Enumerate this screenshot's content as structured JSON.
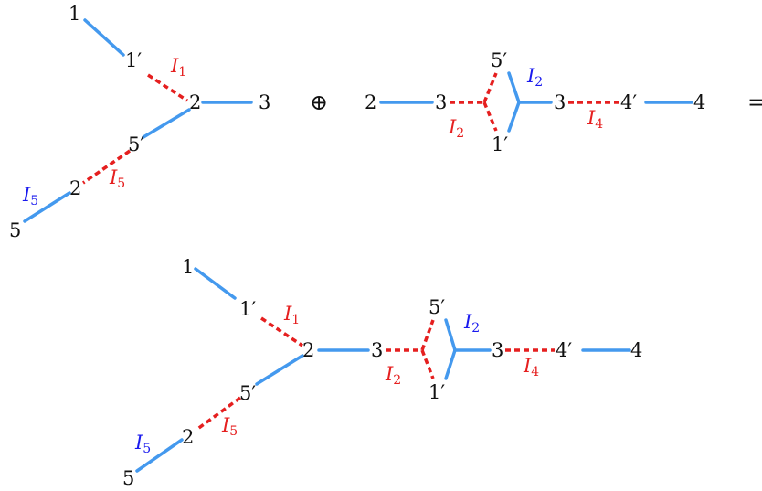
{
  "colors": {
    "solid": "#4499ee",
    "dashed": "#e51f1f",
    "blue_label": "#1a1aee",
    "red_label": "#e51f1f",
    "text": "#111111"
  },
  "operators": {
    "oplus": "⊕",
    "equals": "="
  },
  "vertices": {
    "one": "1",
    "one_prime": "1′",
    "two": "2",
    "three": "3",
    "four": "4",
    "four_prime": "4′",
    "five": "5",
    "five_prime": "5′"
  },
  "cuts": {
    "I1": {
      "letter": "I",
      "sub": "1"
    },
    "I2": {
      "letter": "I",
      "sub": "2"
    },
    "I4": {
      "letter": "I",
      "sub": "4"
    },
    "I5": {
      "letter": "I",
      "sub": "5"
    }
  }
}
